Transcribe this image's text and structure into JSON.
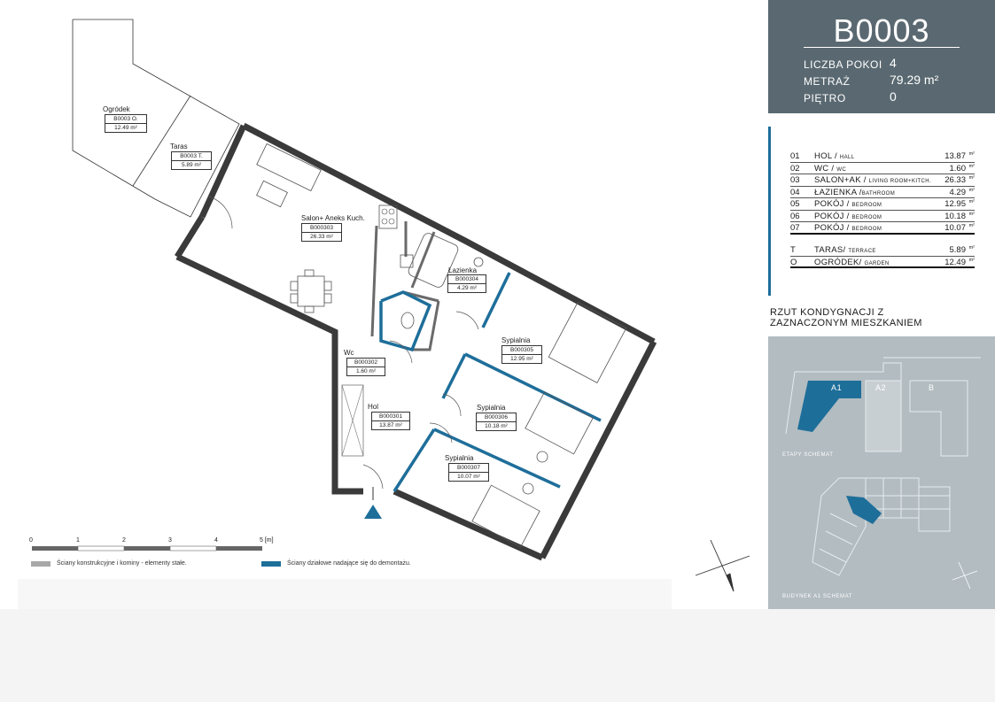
{
  "header": {
    "unit_code": "B0003",
    "rooms_label": "LICZBA POKOI",
    "rooms_value": "4",
    "area_label": "METRAŻ",
    "area_value": "79.29 m²",
    "floor_label": "PIĘTRO",
    "floor_value": "0"
  },
  "rooms": [
    {
      "num": "01",
      "name": "HOL / ",
      "en": "HALL",
      "area": "13.87",
      "unit": "m²"
    },
    {
      "num": "02",
      "name": "WC / ",
      "en": "WC",
      "area": "1.60",
      "unit": "m²"
    },
    {
      "num": "03",
      "name": "SALON+AK / ",
      "en": "LIVING ROOM+KITCH.",
      "area": "26.33",
      "unit": "m²"
    },
    {
      "num": "04",
      "name": "ŁAZIENKA /",
      "en": "BATHROOM",
      "area": "4.29",
      "unit": "m²"
    },
    {
      "num": "05",
      "name": "POKÓJ / ",
      "en": "BEDROOM",
      "area": "12.95",
      "unit": "m²"
    },
    {
      "num": "06",
      "name": "POKÓJ / ",
      "en": "BEDROOM",
      "area": "10.18",
      "unit": "m²"
    },
    {
      "num": "07",
      "name": "POKÓJ / ",
      "en": "BEDROOM",
      "area": "10.07",
      "unit": "m²"
    }
  ],
  "exterior": [
    {
      "num": "T",
      "name": "TARAS/ ",
      "en": "TERRACE",
      "area": "5.89",
      "unit": "m²"
    },
    {
      "num": "O",
      "name": "OGRÓDEK/ ",
      "en": "GARDEN",
      "area": "12.49",
      "unit": "m²"
    }
  ],
  "schematic": {
    "title_line1": "RZUT KONDYGNACJI Z",
    "title_line2": "ZAZNACZONYM MIESZKANIEM",
    "stage_a1": "A1",
    "stage_a2": "A2",
    "stage_b": "B",
    "stages_caption": "ETAPY SCHEMAT",
    "building_caption": "BUDYNEK A1 SCHEMAT"
  },
  "plan": {
    "garden_label": "Ogródek",
    "garden_code": "B0003 O.",
    "garden_area": "12.49 m²",
    "terrace_label": "Taras",
    "terrace_code": "B0003 T.",
    "terrace_area": "5.89 m²",
    "living_label": "Salon+ Aneks Kuch.",
    "living_code": "B000303",
    "living_area": "26.33 m²",
    "bath_label": "Łazienka",
    "bath_code": "B000304",
    "bath_area": "4.29 m²",
    "wc_label": "Wc",
    "wc_code": "B000302",
    "wc_area": "1.60 m²",
    "hall_label": "Hol",
    "hall_code": "B000301",
    "hall_area": "13.87 m²",
    "bed1_label": "Sypialnia",
    "bed1_code": "B000305",
    "bed1_area": "12.95 m²",
    "bed2_label": "Sypialnia",
    "bed2_code": "B000306",
    "bed2_area": "10.18 m²",
    "bed3_label": "Sypialnia",
    "bed3_code": "B000307",
    "bed3_area": "10.07 m²"
  },
  "scale": {
    "ticks": [
      "0",
      "1",
      "2",
      "3",
      "4",
      "5 [m]"
    ]
  },
  "legend": {
    "structural": "Ściany konstrukcyjne i kominy - elementy stałe.",
    "removable": "Ściany działowe nadające się do demontażu.",
    "structural_color": "#a8a8a8",
    "removable_color": "#1e6e9a"
  },
  "colors": {
    "header_bg": "#5a6971",
    "accent": "#1e6e9a",
    "schematic_bg": "#b2bcc1"
  }
}
